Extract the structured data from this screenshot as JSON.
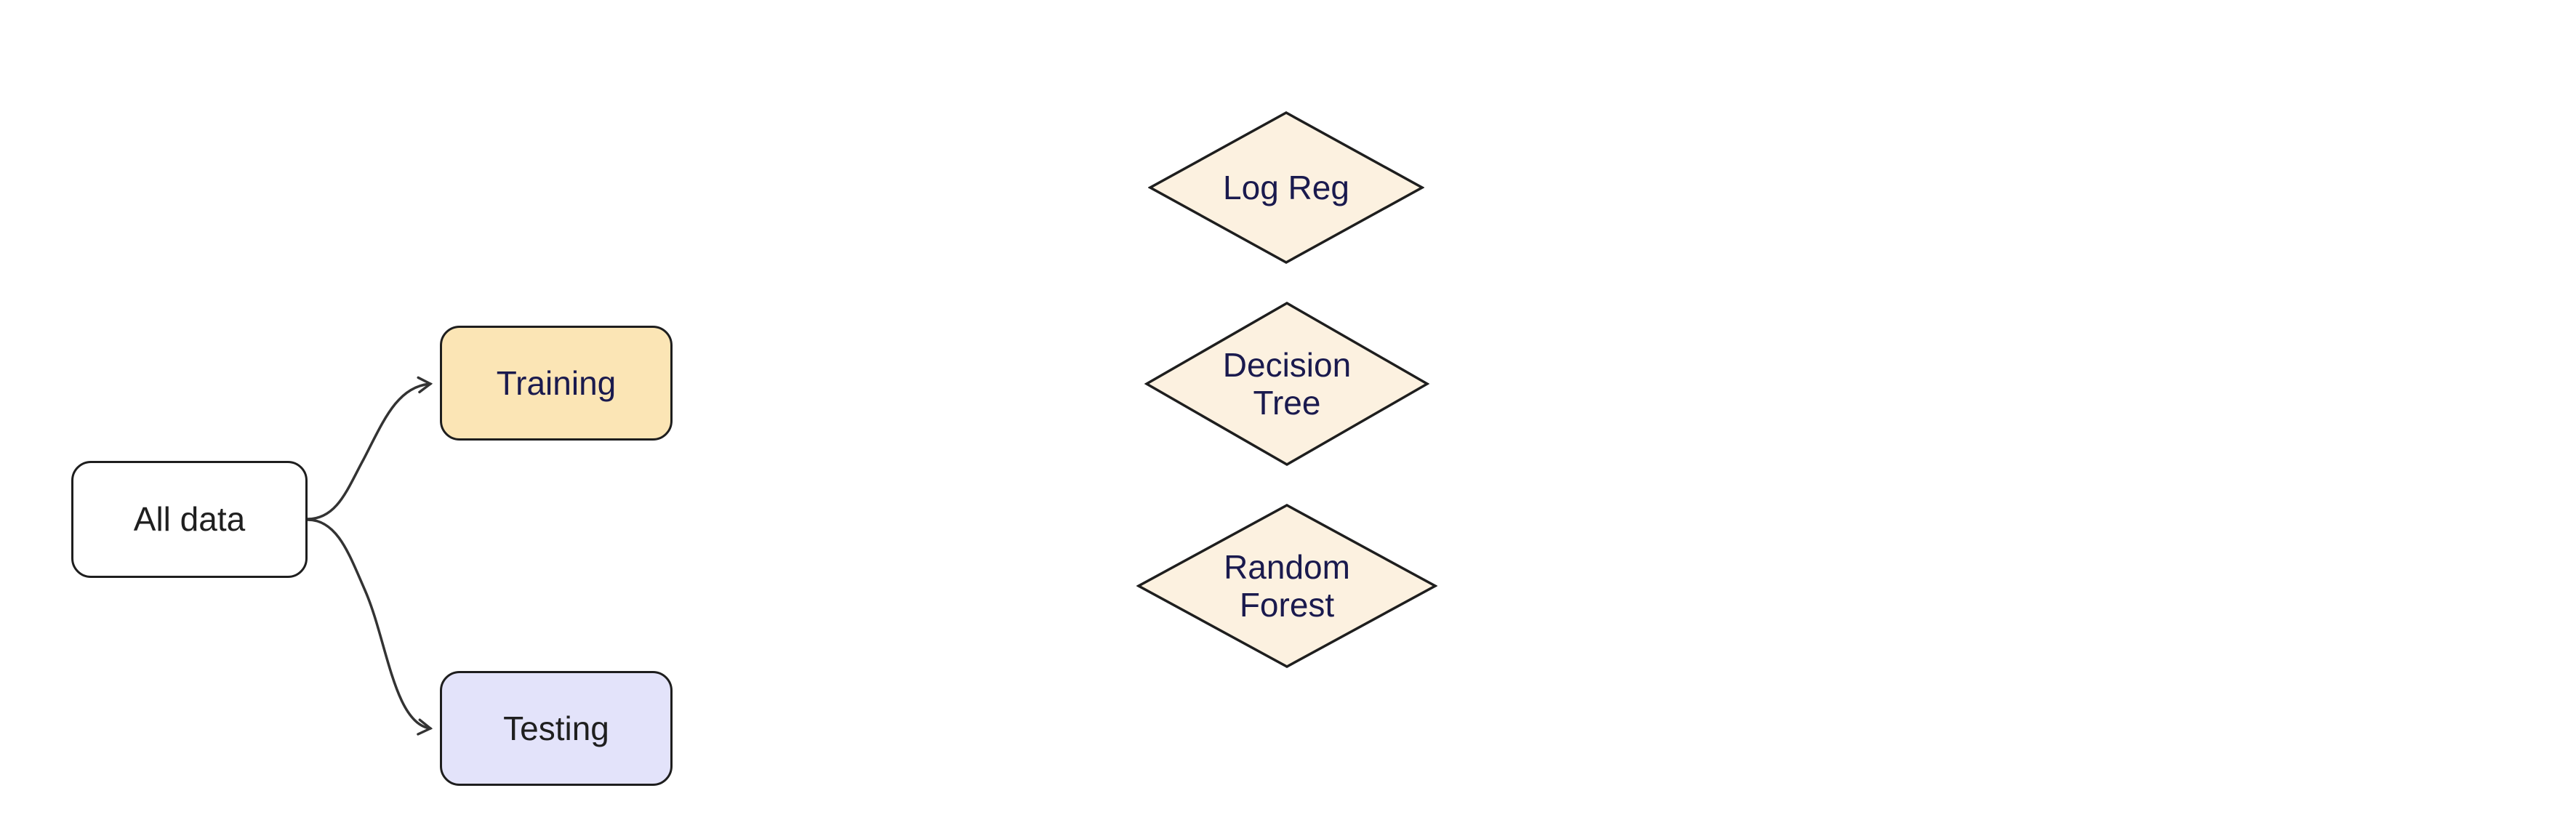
{
  "diagram": {
    "type": "flowchart",
    "background": "#ffffff",
    "node_border_color": "#1e1e1e",
    "edge_color": "#333333",
    "nodes": [
      {
        "id": "all-data",
        "shape": "rounded-rect",
        "label": "All data",
        "fill": "#ffffff",
        "text_color": "#1f1f1f"
      },
      {
        "id": "training",
        "shape": "rounded-rect",
        "label": "Training",
        "fill": "#fbe5b5",
        "text_color": "#1a1a4e"
      },
      {
        "id": "testing",
        "shape": "rounded-rect",
        "label": "Testing",
        "fill": "#e3e3fa",
        "text_color": "#1f1f1f"
      },
      {
        "id": "log-reg",
        "shape": "diamond",
        "label": "Log Reg",
        "fill": "#fcf1e0",
        "text_color": "#1a1a4e"
      },
      {
        "id": "decision-tree",
        "shape": "diamond",
        "label": "Decision Tree",
        "lines": [
          "Decision",
          "Tree"
        ],
        "fill": "#fcf1e0",
        "text_color": "#1a1a4e"
      },
      {
        "id": "random-forest",
        "shape": "diamond",
        "label": "Random Forest",
        "lines": [
          "Random",
          "Forest"
        ],
        "fill": "#fcf1e0",
        "text_color": "#1a1a4e"
      }
    ],
    "edges": [
      {
        "from": "All data",
        "to": "Training"
      },
      {
        "from": "All data",
        "to": "Testing"
      }
    ]
  }
}
